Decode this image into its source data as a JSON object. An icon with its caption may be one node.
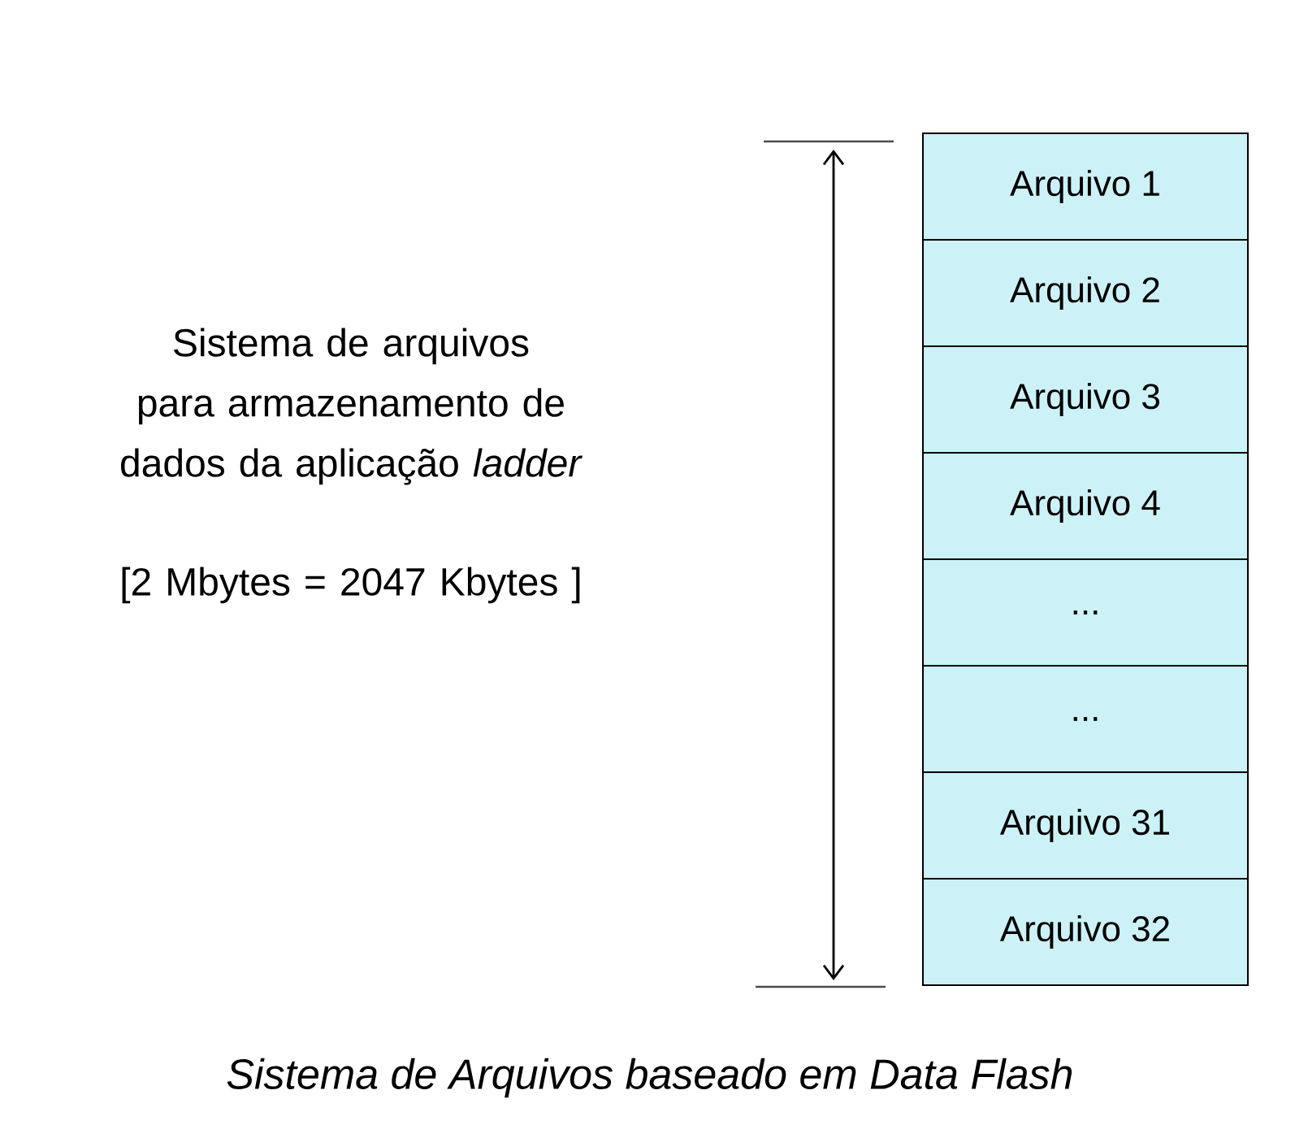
{
  "diagram": {
    "caption": "Sistema de Arquivos baseado em Data Flash",
    "nodes": [
      {
        "text": [
          "Arquivo 1"
        ]
      },
      {
        "text": [
          "Arquivo 2"
        ]
      },
      {
        "text": [
          "Arquivo 3"
        ]
      },
      {
        "text": [
          "Arquivo 4"
        ]
      },
      {
        "text": [
          "..."
        ]
      },
      {
        "text": [
          "..."
        ]
      },
      {
        "text": [
          "Arquivo 31"
        ]
      },
      {
        "text": [
          "Arquivo 32"
        ]
      }
    ],
    "labels": [
      "Sistema de arquivos para armazenamento de dados da aplicação *ladder*",
      "[2 Mbytes = 2047 Kbytes ]"
    ]
  }
}
